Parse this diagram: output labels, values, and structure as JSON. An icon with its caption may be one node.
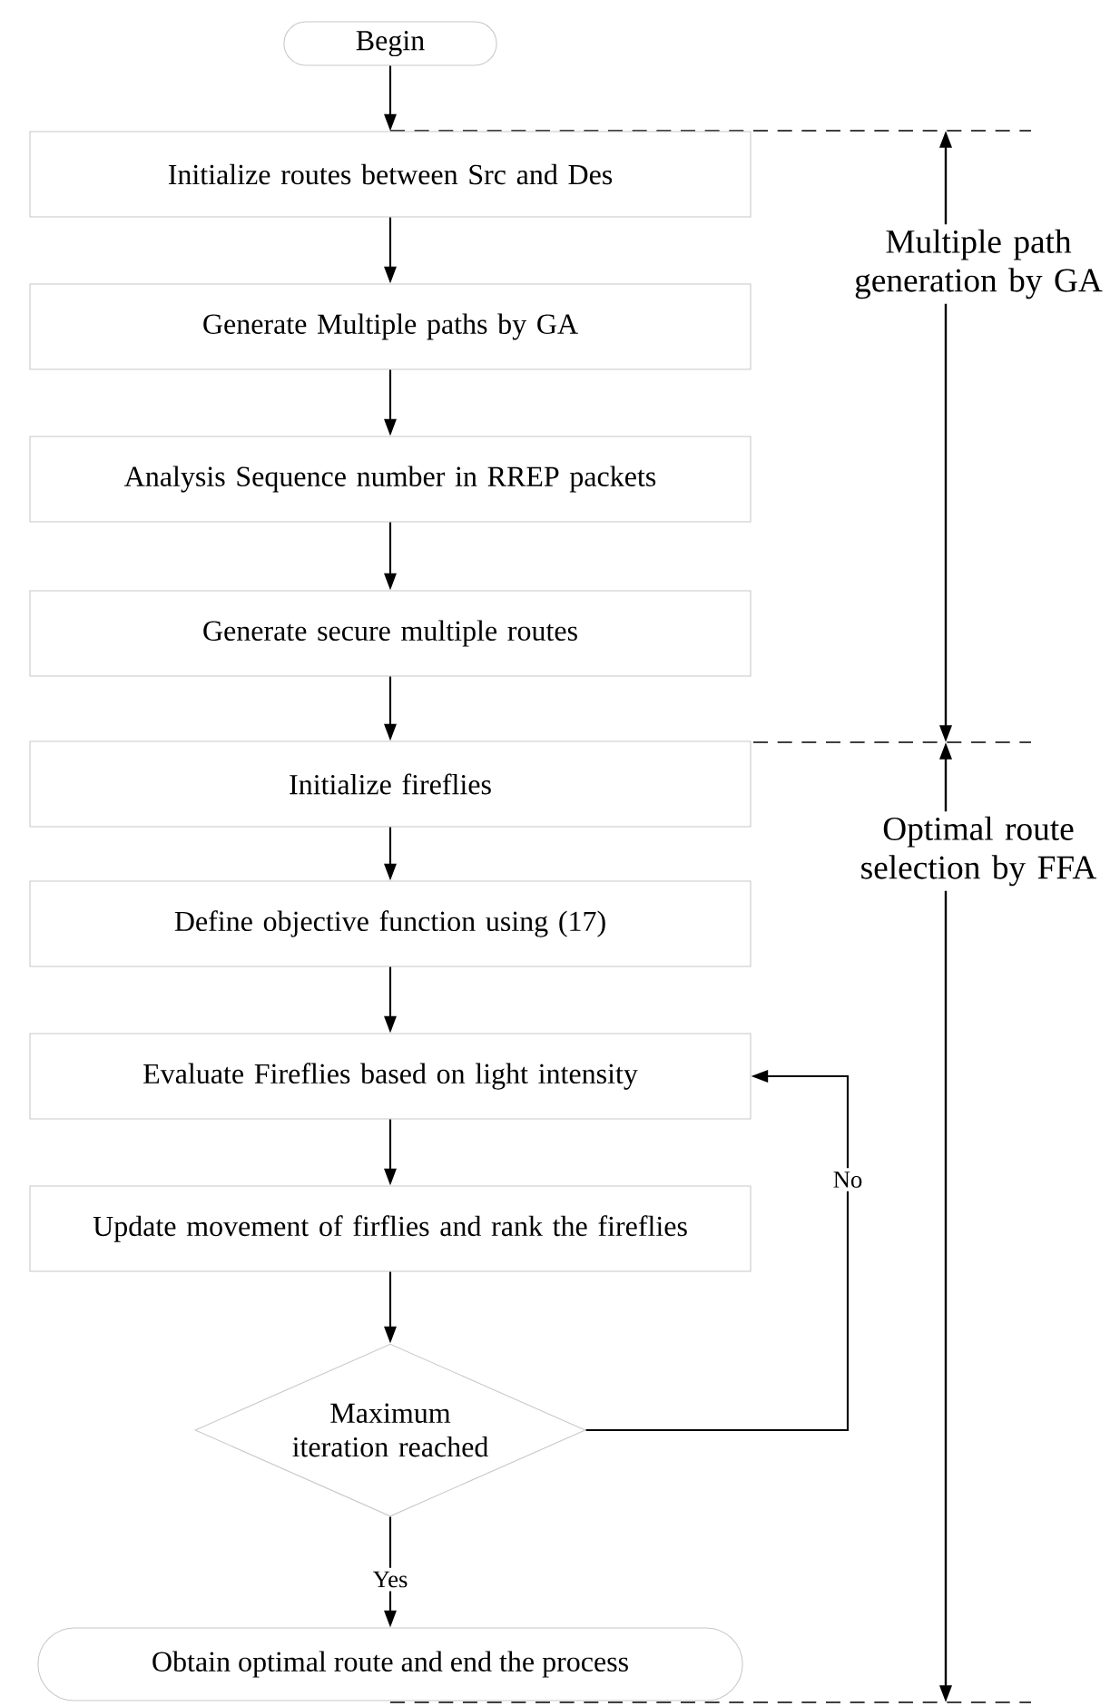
{
  "diagram": {
    "nodes": [
      {
        "text": [
          "Begin"
        ]
      },
      {
        "text": [
          "Initialize routes between Src and Des"
        ]
      },
      {
        "text": [
          "Generate Multiple paths by GA"
        ]
      },
      {
        "text": [
          "Analysis Sequence number in RREP packets"
        ]
      },
      {
        "text": [
          "Generate secure multiple routes"
        ]
      },
      {
        "text": [
          "Initialize fireflies"
        ]
      },
      {
        "text": [
          "Define objective function using (17)"
        ]
      },
      {
        "text": [
          "Evaluate Fireflies based on light intensity"
        ]
      },
      {
        "text": [
          "Update movement of firflies and rank the fireflies"
        ]
      },
      {
        "text": [
          "Maximum iteration reached"
        ]
      },
      {
        "text": [
          "Obtain optimal route and end the process"
        ]
      }
    ],
    "edges": [
      {
        "from": 0,
        "to": 1,
        "arrow": "to"
      },
      {
        "from": 1,
        "to": 2,
        "arrow": "to"
      },
      {
        "from": 2,
        "to": 3,
        "arrow": "to"
      },
      {
        "from": 3,
        "to": 4,
        "arrow": "to"
      },
      {
        "from": 4,
        "to": 5,
        "arrow": "to"
      },
      {
        "from": 5,
        "to": 6,
        "arrow": "to"
      },
      {
        "from": 6,
        "to": 7,
        "arrow": "to"
      },
      {
        "from": 7,
        "to": 8,
        "arrow": "to"
      },
      {
        "from": 8,
        "to": 9,
        "arrow": "to"
      },
      {
        "from": 9,
        "to": 10,
        "label": "Yes",
        "arrow": "to"
      },
      {
        "from": 9,
        "to": 7,
        "label": "No",
        "arrow": "to"
      }
    ],
    "labels": [
      "Multiple path generation by GA",
      "Optimal route selection by FFA"
    ]
  }
}
